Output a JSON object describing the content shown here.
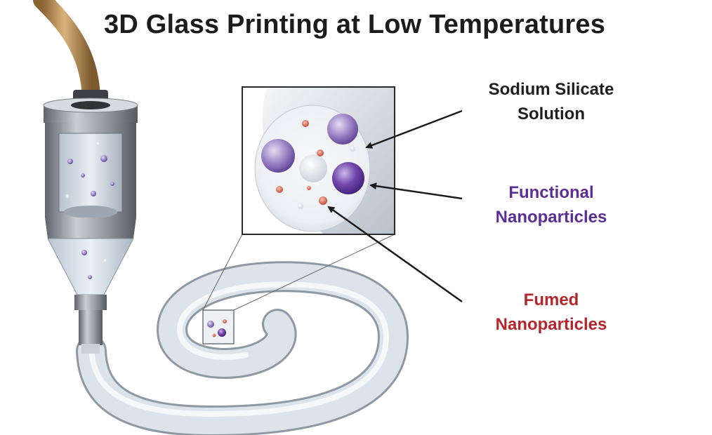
{
  "title": "3D Glass Printing at Low Temperatures",
  "labels": {
    "sodium_silicate": {
      "line1": "Sodium Silicate",
      "line2": "Solution",
      "color": "#1f1f1f"
    },
    "functional": {
      "line1": "Functional",
      "line2": "Nanoparticles",
      "color": "#5b2f94"
    },
    "fumed": {
      "line1": "Fumed",
      "line2": "Nanoparticles",
      "color": "#b3262b"
    }
  },
  "colors": {
    "hose": "#c49a5e",
    "filament": "#dde3ea",
    "nozzle_body": "#9aa0a6",
    "purple_particle": "#7b5ea8",
    "red_particle": "#d06a55"
  }
}
